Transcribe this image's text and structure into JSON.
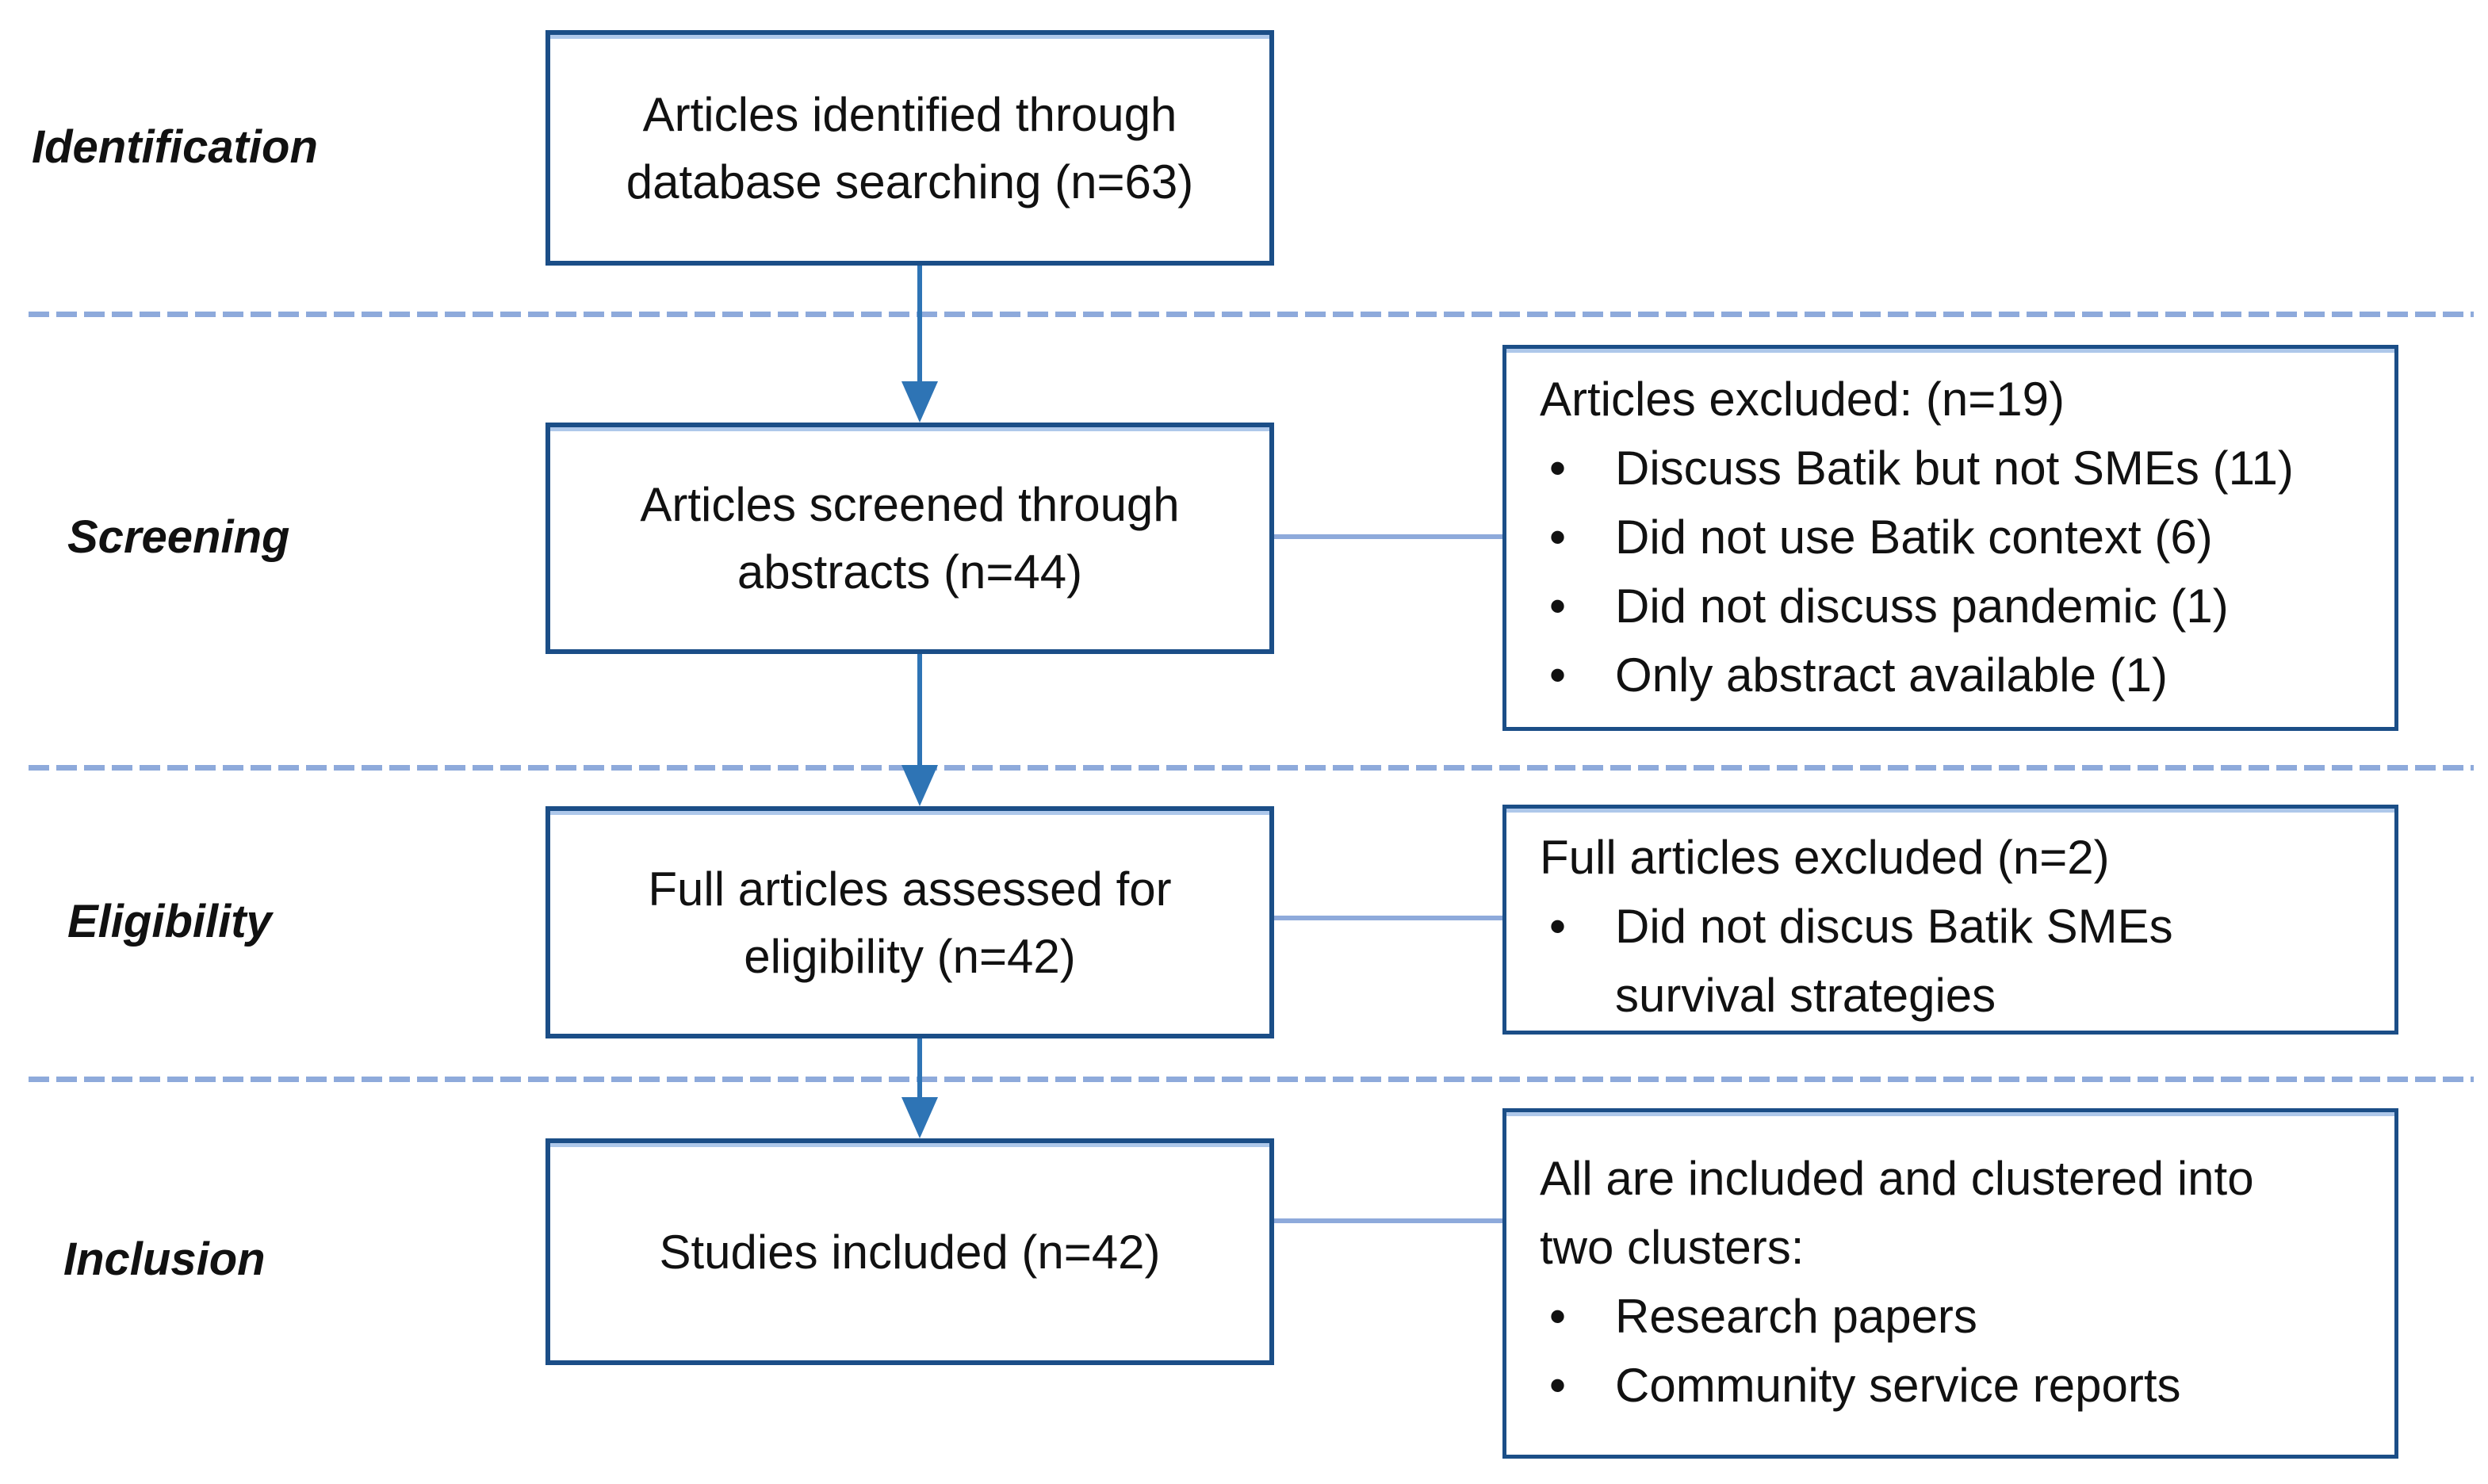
{
  "diagram": {
    "kind": "prisma-flow",
    "stages": [
      {
        "label": "Identification"
      },
      {
        "label": "Screening"
      },
      {
        "label": "Eligibility"
      },
      {
        "label": "Inclusion"
      }
    ],
    "main_boxes": [
      {
        "text": "Articles identified through\ndatabase searching (n=63)"
      },
      {
        "text": "Articles screened through\nabstracts (n=44)"
      },
      {
        "text": "Full articles assessed for\neligibility (n=42)"
      },
      {
        "text": "Studies included (n=42)"
      }
    ],
    "side_boxes": [
      {
        "title": "Articles excluded: (n=19)",
        "bullets": [
          "Discuss Batik but not SMEs (11)",
          "Did not use Batik context (6)",
          "Did not discuss pandemic (1)",
          "Only abstract available (1)"
        ]
      },
      {
        "title": "Full articles excluded (n=2)",
        "bullets": [
          "Did not discus Batik SMEs\nsurvival strategies"
        ]
      },
      {
        "title": "All are included and clustered into\ntwo clusters:",
        "bullets": [
          "Research papers",
          "Community service reports"
        ]
      }
    ],
    "colors": {
      "box_border": "#1B4E87",
      "border_highlight": "#AEC8EA",
      "arrow": "#2E74B5",
      "divider_and_connector": "#8EAADB",
      "text": "#111111",
      "background": "#FFFFFF"
    }
  }
}
